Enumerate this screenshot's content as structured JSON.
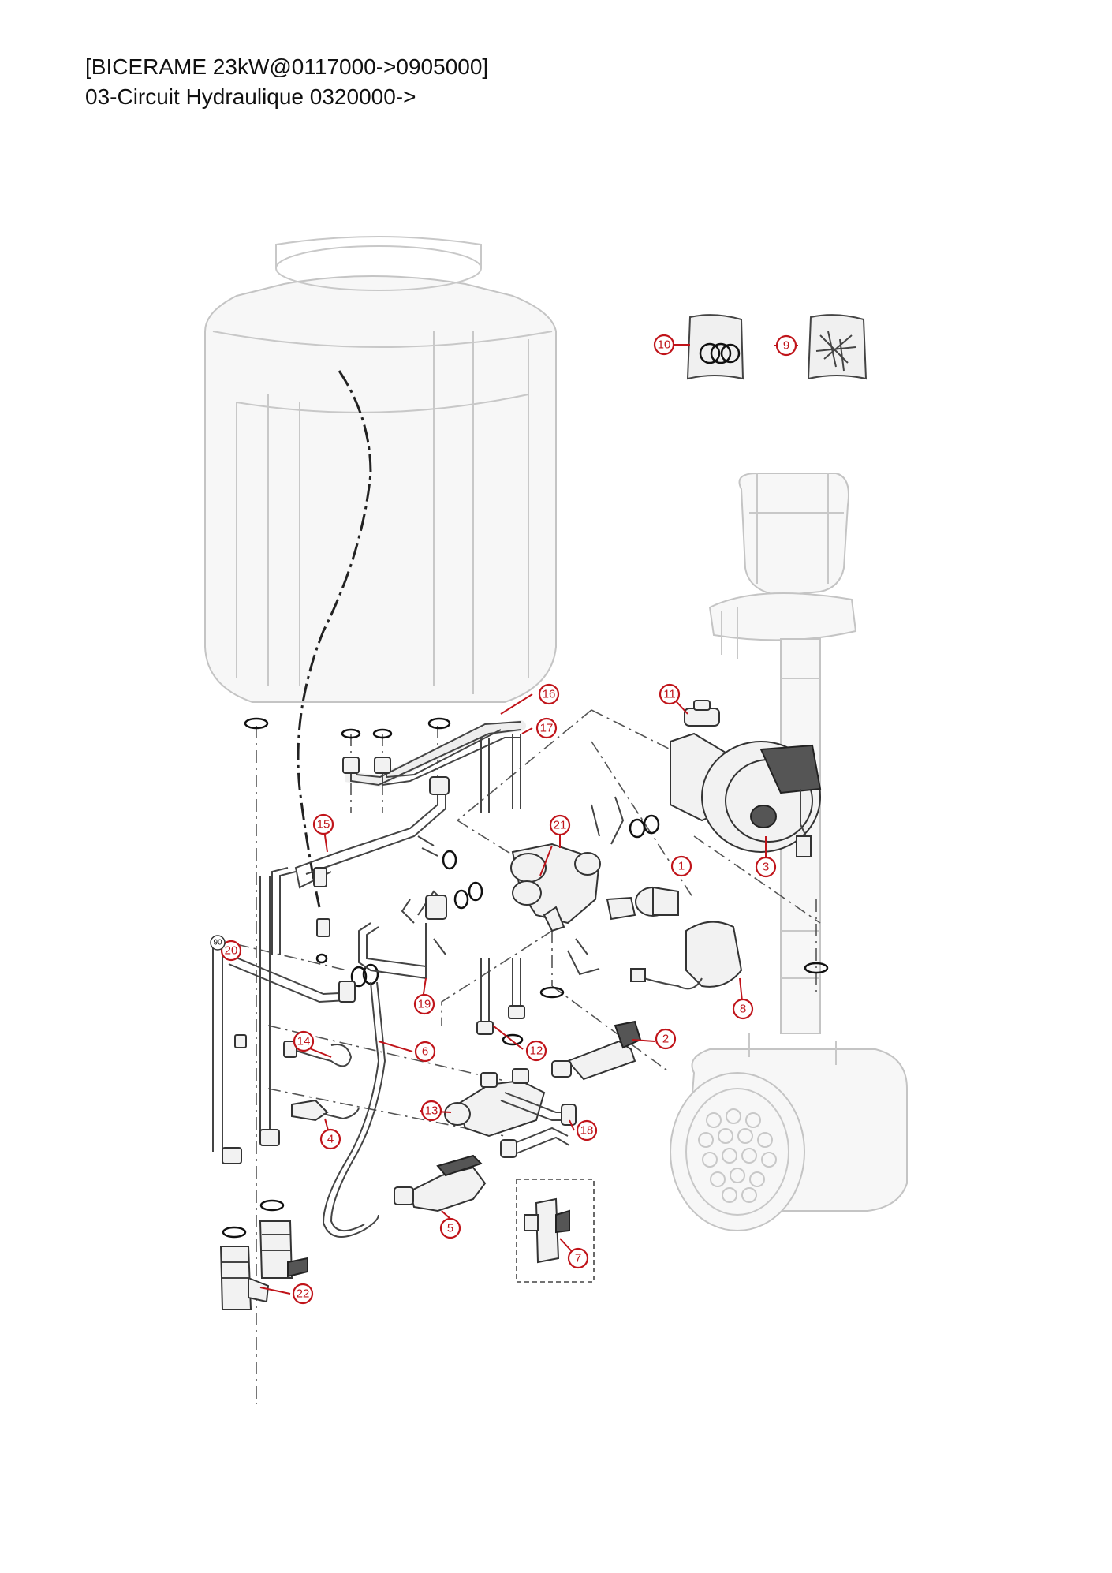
{
  "header": {
    "line1": "[BICERAME 23kW@0117000->0905000]",
    "line2": "03-Circuit Hydraulique 0320000->"
  },
  "callouts": [
    "1",
    "2",
    "3",
    "4",
    "5",
    "6",
    "7",
    "8",
    "9",
    "10",
    "11",
    "12",
    "13",
    "14",
    "15",
    "16",
    "17",
    "18",
    "19",
    "20",
    "21",
    "22"
  ],
  "small_ref": "90",
  "colors": {
    "callout": "#c0141a",
    "ghost": "#c8c8c8",
    "line": "#333333"
  }
}
